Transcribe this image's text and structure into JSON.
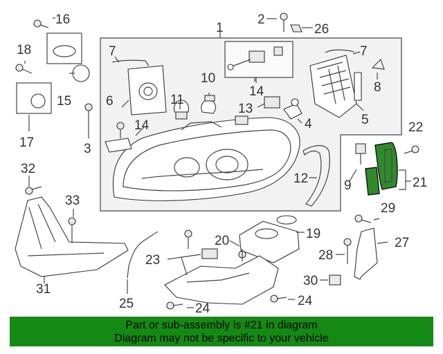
{
  "diagram": {
    "callouts": {
      "c1": "1",
      "c2": "2",
      "c3": "3",
      "c4": "4",
      "c5": "5",
      "c6": "6",
      "c7a": "7",
      "c7b": "7",
      "c8": "8",
      "c9": "9",
      "c10": "10",
      "c11": "11",
      "c12": "12",
      "c13": "13",
      "c14a": "14",
      "c14b": "14",
      "c15": "15",
      "c16": "16",
      "c17": "17",
      "c18": "18",
      "c19": "19",
      "c20": "20",
      "c21": "21",
      "c22": "22",
      "c23": "23",
      "c24a": "24",
      "c24b": "24",
      "c25": "25",
      "c26": "26",
      "c27": "27",
      "c28": "28",
      "c29": "29",
      "c30": "30",
      "c31": "31",
      "c32": "32",
      "c33": "33"
    },
    "highlight_color": "#2f8a2b"
  },
  "banner": {
    "line1": "Part or sub-assembly is #21 in diagram",
    "line2": "Diagram may not be specific to your vehicle",
    "color": "#148a14"
  }
}
